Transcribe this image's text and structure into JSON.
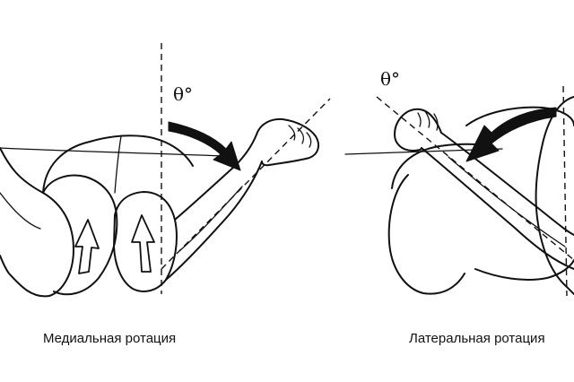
{
  "angle_label": "θ°",
  "captions": {
    "medial": "Медиальная ротация",
    "lateral": "Латеральная ротация"
  }
}
